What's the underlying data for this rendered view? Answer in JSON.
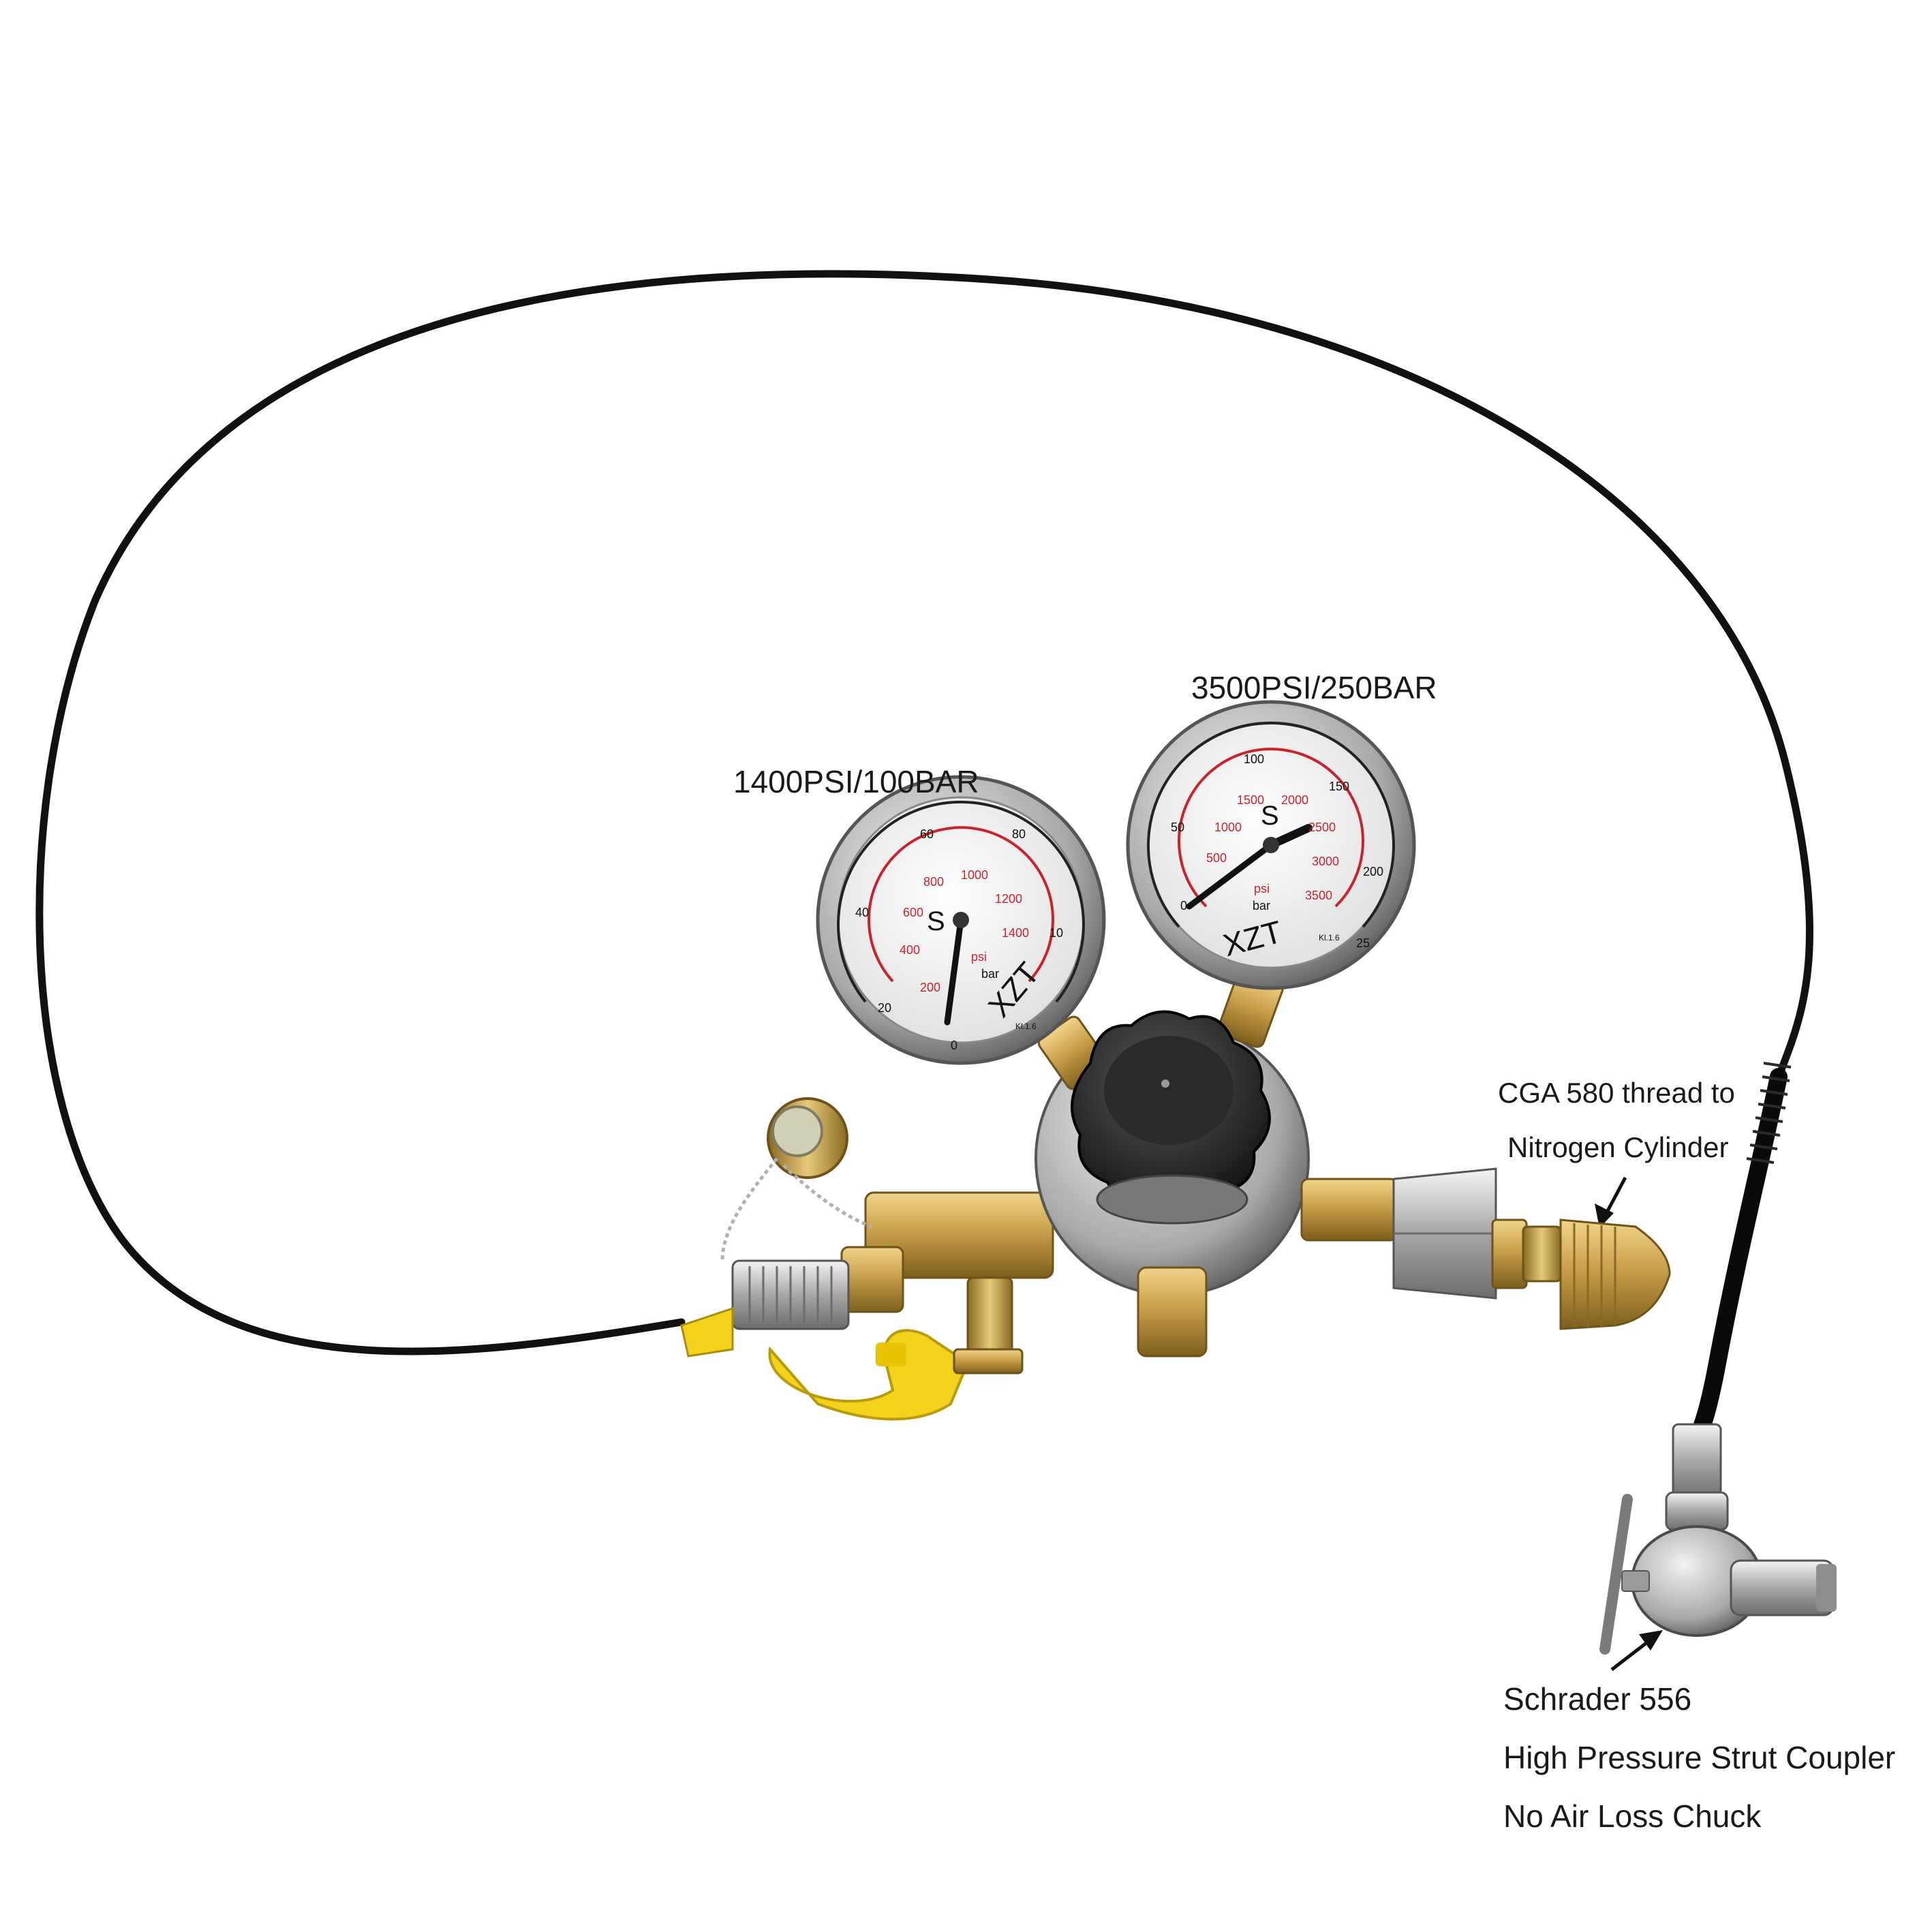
{
  "labels": {
    "low_gauge": "1400PSI/100BAR",
    "high_gauge": "3500PSI/250BAR",
    "cga_line1": "CGA 580  thread to",
    "cga_line2": "Nitrogen Cylinder",
    "chuck_line1": "Schrader 556",
    "chuck_line2": "High Pressure Strut Coupler",
    "chuck_line3": "No Air Loss Chuck"
  },
  "low_gauge_dial": {
    "brand": "XZT",
    "units_outer": "bar",
    "units_inner": "psi",
    "bar_ticks": [
      "20",
      "40",
      "60",
      "80",
      "10"
    ],
    "psi_ticks": [
      "200",
      "400",
      "600",
      "800",
      "1000",
      "1200",
      "1400"
    ],
    "zero": "0",
    "class": "Kl.1.6",
    "symbol": "S"
  },
  "high_gauge_dial": {
    "brand": "XZT",
    "units_outer": "bar",
    "units_inner": "psi",
    "bar_ticks": [
      "50",
      "100",
      "150",
      "200",
      "25"
    ],
    "psi_ticks": [
      "500",
      "1000",
      "1500",
      "2000",
      "2500",
      "3000",
      "3500"
    ],
    "zero": "0",
    "class": "Kl.1.6",
    "symbol": "S"
  },
  "colors": {
    "brass": "#c9a04a",
    "brass_dark": "#8a6a22",
    "chrome": "#c8c8c8",
    "dial_face": "#f4f4f4",
    "dial_red": "#c8242b",
    "hose": "#111111",
    "knob": "#1b1b1b",
    "cap_yellow": "#f2d21a"
  }
}
